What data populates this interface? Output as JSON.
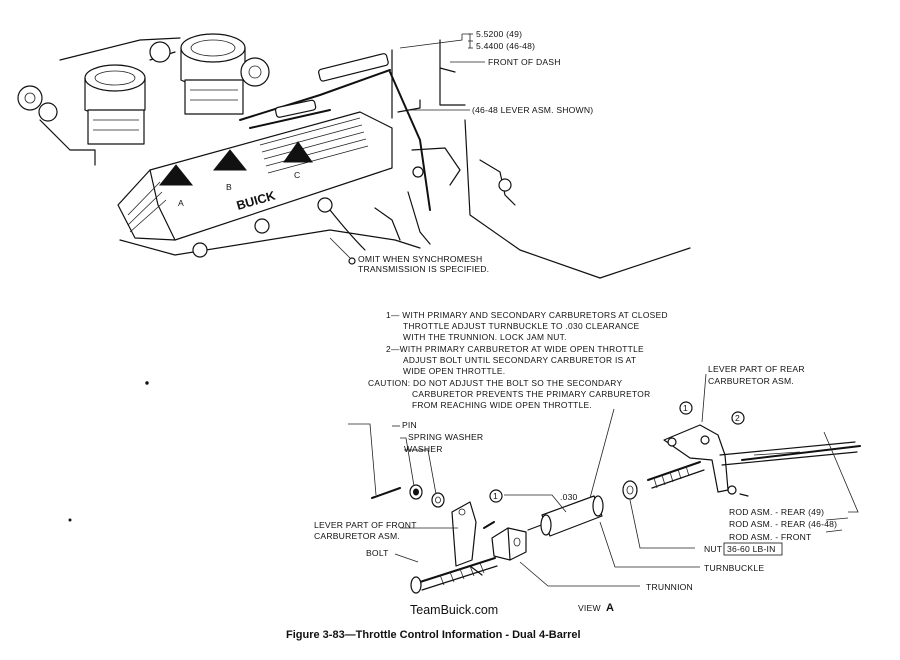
{
  "top_labels": {
    "measure_49": "5.5200 (49)",
    "measure_46_48": "5.4400 (46-48)",
    "front_of_dash": "FRONT OF DASH",
    "lever_asm_shown": "(46-48 LEVER ASM. SHOWN)",
    "omit_line1": "OMIT WHEN SYNCHROMESH",
    "omit_line2": "TRANSMISSION IS SPECIFIED.",
    "callout_a": "A",
    "callout_b": "B",
    "callout_c": "C",
    "valve_cover_text": "BUICK"
  },
  "notes": {
    "n1_line1": "1— WITH PRIMARY AND SECONDARY CARBURETORS AT CLOSED",
    "n1_line2": "THROTTLE ADJUST TURNBUCKLE TO .030 CLEARANCE",
    "n1_line3": "WITH THE TRUNNION. LOCK JAM NUT.",
    "n2_line1": "2—WITH PRIMARY CARBURETOR AT WIDE OPEN THROTTLE",
    "n2_line2": "ADJUST BOLT UNTIL SECONDARY CARBURETOR IS AT",
    "n2_line3": "WIDE OPEN THROTTLE.",
    "caution_line1": "CAUTION: DO NOT ADJUST THE BOLT SO THE SECONDARY",
    "caution_line2": "CARBURETOR PREVENTS THE PRIMARY CARBURETOR",
    "caution_line3": "FROM REACHING WIDE OPEN THROTTLE."
  },
  "view_a_labels": {
    "pin": "PIN",
    "spring_washer": "SPRING WASHER",
    "washer": "WASHER",
    "lever_front_line1": "LEVER PART OF FRONT",
    "lever_front_line2": "CARBURETOR ASM.",
    "bolt": "BOLT",
    "clearance": ".030",
    "lever_rear_line1": "LEVER PART OF REAR",
    "lever_rear_line2": "CARBURETOR ASM.",
    "rod_rear_49": "ROD ASM. - REAR (49)",
    "rod_rear_46_48": "ROD ASM. - REAR (46-48)",
    "rod_front": "ROD ASM. - FRONT",
    "nut": "NUT",
    "torque": "36-60 LB-IN",
    "turnbuckle": "TURNBUCKLE",
    "trunnion": "TRUNNION",
    "note_marker": "1",
    "note_marker_2": "2"
  },
  "footer": {
    "watermark": "TeamBuick.com",
    "view_label": "VIEW",
    "view_letter": "A",
    "caption": "Figure 3-83—Throttle Control Information - Dual 4-Barrel"
  }
}
